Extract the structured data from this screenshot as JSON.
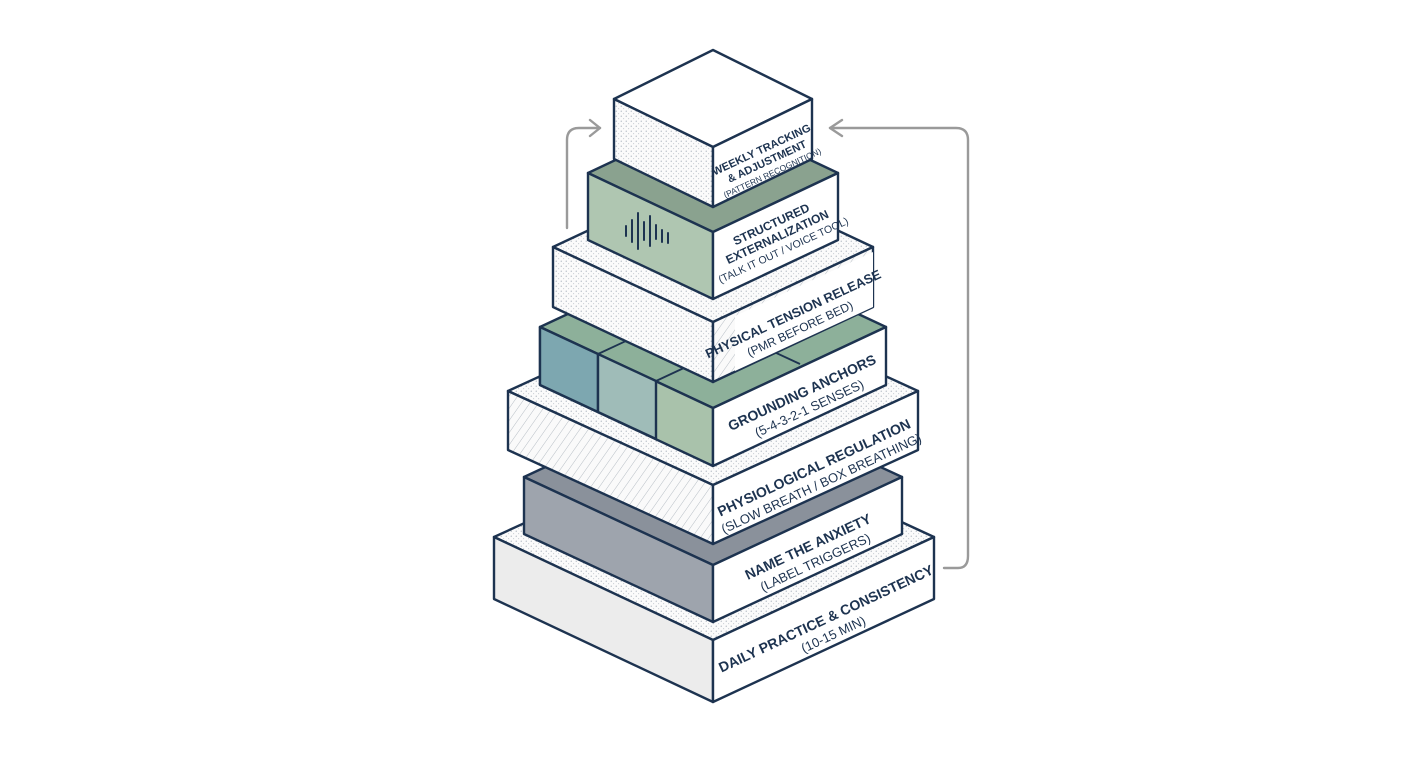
{
  "layers": [
    {
      "title": "DAILY PRACTICE & CONSISTENCY",
      "subtitle": "(10-15 MIN)"
    },
    {
      "title": "NAME THE ANXIETY",
      "subtitle": "(LABEL TRIGGERS)"
    },
    {
      "title": "PHYSIOLOGICAL REGULATION",
      "subtitle": "(SLOW BREATH / BOX BREATHING)"
    },
    {
      "title": "GROUNDING ANCHORS",
      "subtitle": "(5-4-3-2-1 SENSES)"
    },
    {
      "title": "PHYSICAL TENSION RELEASE",
      "subtitle": "(PMR BEFORE BED)"
    },
    {
      "title1": "STRUCTURED",
      "title2": "EXTERNALIZATION",
      "subtitle": "(TALK IT OUT / VOICE TOOL)"
    },
    {
      "title1": "WEEKLY TRACKING",
      "title2": "& ADJUSTMENT",
      "subtitle": "(PATTERN RECOGNITION)"
    }
  ],
  "icons": {
    "waveform": "sound-wave-icon",
    "arrow": "feedback-arrow-icon"
  },
  "colors": {
    "outline": "#1d3350",
    "text": "#1d3350",
    "arrow": "#9a9a9a",
    "green": "#a9c2ab",
    "teal": "#7da7b0",
    "slate": "#9ea4ad"
  }
}
